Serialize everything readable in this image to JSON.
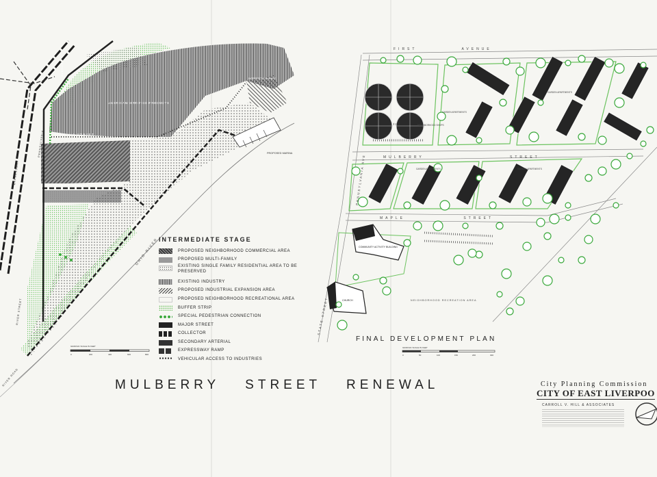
{
  "page": {
    "title": "MULBERRY STREET RENEWAL",
    "final_plan_title": "FINAL DEVELOPMENT PLAN"
  },
  "legend": {
    "title": "INTERMEDIATE STAGE",
    "items": [
      "PROPOSED NEIGHBORHOOD COMMERCIAL AREA",
      "PROPOSED MULTI-FAMILY",
      "EXISTING SINGLE FAMILY RESIDENTIAL AREA TO BE PRESERVED",
      "EXISTING INDUSTRY",
      "PROPOSED INDUSTRIAL EXPANSION AREA",
      "PROPOSED NEIGHBORHOOD RECREATIONAL AREA",
      "BUFFER STRIP",
      "SPECIAL PEDESTRIAN CONNECTION",
      "MAJOR STREET",
      "COLLECTOR",
      "SECONDARY ARTERIAL",
      "EXPRESSWAY RAMP",
      "VEHICULAR ACCESS TO INDUSTRIES"
    ]
  },
  "left_map": {
    "labels": {
      "american_vitrified": "AMERICAN VITRIFIED PRODUCTS",
      "patterson_foundry": "PATTERSON FOUNDRY",
      "virginia_street": "VIRGINIA STREET",
      "mulberry_street": "MULBERRY STREET",
      "proposed_marina": "PROPOSED MARINA",
      "ohio_river": "OHIO RIVER",
      "avenue": "AVENUE",
      "pennsylvania": "PENNSYLVANIA",
      "expressway": "EXPRESSWAY",
      "river_road": "RIVER ROAD",
      "river_street": "RIVER STREET"
    },
    "scale_label": "GRAPHIC SCALE IN FEET",
    "scale_ticks": [
      "0",
      "200",
      "400",
      "600",
      "800"
    ]
  },
  "right_map": {
    "labels": {
      "first_avenue": "FIRST AVENUE",
      "mulberry_street": "MULBERRY STREET",
      "maple_street": "MAPLE STREET",
      "pennsylvania_ave": "PENNSYLVANIA AVE",
      "state_street": "STATE STREET",
      "garden_apartments": "GARDEN APARTMENTS",
      "neighborhood_shops": "NEIGHBORHOOD SHOPS",
      "community_activity_building": "COMMUNITY ACTIVITY BUILDING",
      "church": "CHURCH",
      "neighborhood_recreation_area": "NEIGHBORHOOD RECREATION AREA"
    },
    "scale_label": "GRAPHIC SCALE IN FEET",
    "scale_ticks": [
      "0",
      "50",
      "100",
      "150",
      "200",
      "300"
    ]
  },
  "title_block": {
    "commission": "City Planning Commission",
    "city": "CITY OF EAST LIVERPOO",
    "firm": "CARROLL V. HILL & ASSOCIATES"
  },
  "colors": {
    "paper": "#f6f6f2",
    "ink": "#222222",
    "buffer_green": "#5fbf55",
    "tree_green": "#39a83a"
  }
}
